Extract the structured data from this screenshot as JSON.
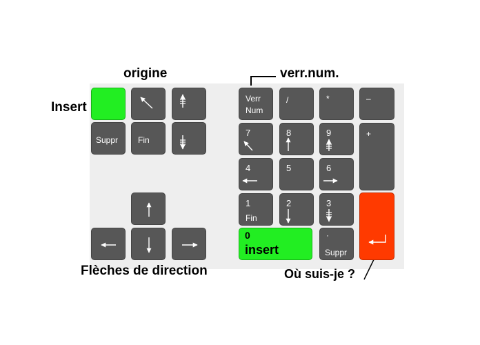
{
  "labels": {
    "origine": "origine",
    "insert": "Insert",
    "verr_num": "verr.num.",
    "fleches": "Flèches de direction",
    "ou_suis_je": "Où suis-je ?"
  },
  "keys": {
    "suppr": "Suppr",
    "fin": "Fin",
    "verr": "Verr",
    "num": "Num",
    "slash": "/",
    "star": "*",
    "minus": "–",
    "plus": "+",
    "k7": "7",
    "k8": "8",
    "k9": "9",
    "k4": "4",
    "k5": "5",
    "k6": "6",
    "k1": "1",
    "k1_sub": "Fin",
    "k2": "2",
    "k3": "3",
    "k0": "0",
    "k0_sub": "insert",
    "dot": "·",
    "dot_sub": "Suppr"
  },
  "colors": {
    "key": "#575757",
    "highlight_green": "#22ee22",
    "highlight_red": "#ff3a00",
    "panel": "#eeeeee"
  },
  "icons": {
    "home": "arrow-up-left-icon",
    "page_up": "page-up-icon",
    "page_down": "page-down-icon",
    "up": "arrow-up-icon",
    "down": "arrow-down-icon",
    "left": "arrow-left-icon",
    "right": "arrow-right-icon",
    "enter": "enter-icon"
  }
}
